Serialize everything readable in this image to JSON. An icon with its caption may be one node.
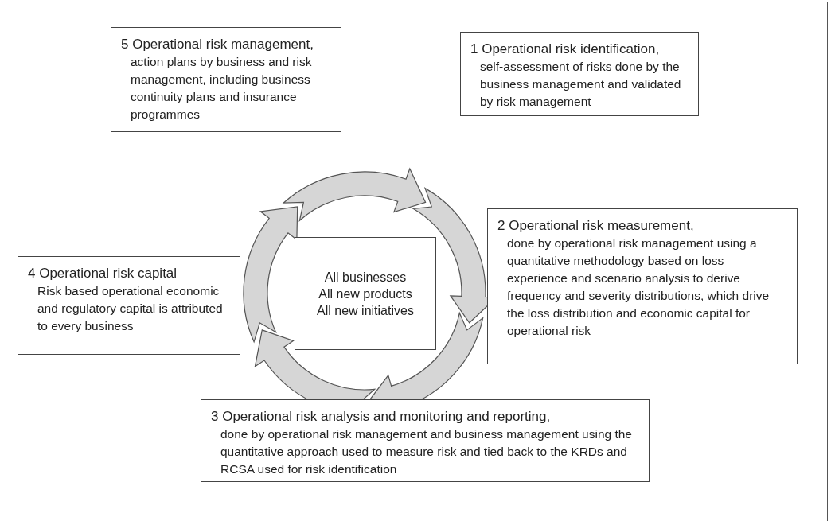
{
  "diagram": {
    "nodes": [
      {
        "text": [
          "5 Operational risk management,",
          "action plans by business and risk management, including business continuity plans and insurance programmes"
        ]
      },
      {
        "text": [
          "1 Operational risk identification,",
          "self-assessment of risks done by the business management and validated by risk management"
        ]
      },
      {
        "text": [
          "2 Operational risk measurement,",
          "done by operational risk management using a quantitative methodology based on loss experience and scenario analysis to derive frequency and severity distributions, which drive the loss distribution and economic capital for operational risk"
        ]
      },
      {
        "text": [
          "4 Operational risk capital",
          "Risk based operational economic and regulatory capital is attributed to every business"
        ]
      },
      {
        "text": [
          "All businesses",
          "All new products",
          "All new initiatives"
        ]
      },
      {
        "text": [
          "3 Operational risk analysis and monitoring and reporting,",
          "done by operational risk management and business management using the quantitative approach used to measure risk and tied back to the KRDs and RCSA used for risk identification"
        ]
      }
    ]
  }
}
